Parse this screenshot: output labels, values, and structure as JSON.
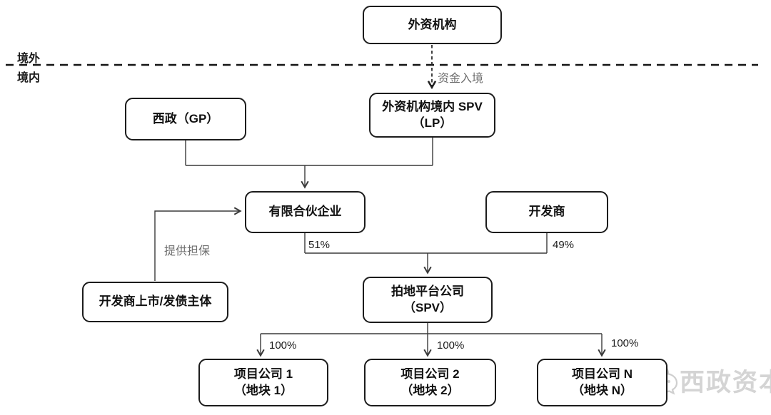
{
  "diagram": {
    "boundary": {
      "offshore_label": "境外",
      "onshore_label": "境内"
    },
    "nodes": {
      "foreign_institution": "外资机构",
      "gp": "西政（GP）",
      "lp_line1": "外资机构境内 SPV",
      "lp_line2": "（LP）",
      "partnership": "有限合伙企业",
      "developer": "开发商",
      "guarantor": "开发商上市/发债主体",
      "platform_line1": "拍地平台公司",
      "platform_line2": "（SPV）",
      "project1_line1": "项目公司 1",
      "project1_line2": "（地块 1）",
      "project2_line1": "项目公司 2",
      "project2_line2": "（地块 2）",
      "projectN_line1": "项目公司 N",
      "projectN_line2": "（地块 N）"
    },
    "edge_labels": {
      "funds_inbound": "资金入境",
      "guarantee": "提供担保",
      "pct_partnership": "51%",
      "pct_developer": "49%",
      "pct_project1": "100%",
      "pct_project2": "100%",
      "pct_projectN": "100%"
    },
    "watermark_text": "西政资本",
    "colors": {
      "line": "#3a3a3a",
      "box_border": "#1c1c1c",
      "muted_label": "#6e6e6e",
      "watermark": "#d4d4d4"
    }
  }
}
